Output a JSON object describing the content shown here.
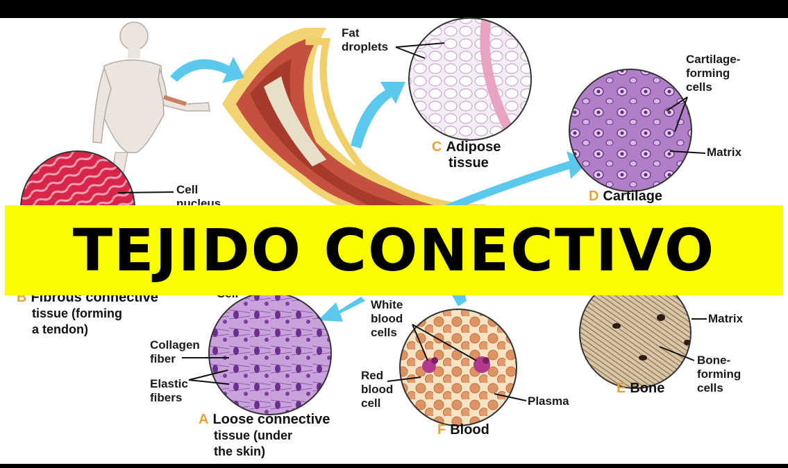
{
  "title": "TEJIDO CONECTIVO",
  "labels": {
    "fat_droplets": [
      "Fat",
      "droplets"
    ],
    "cartilage_forming_cells": [
      "Cartilage-",
      "forming",
      "cells"
    ],
    "cartilage_matrix": "Matrix",
    "cell_nucleus": [
      "Cell",
      "nucleus"
    ],
    "cell_partial": "Cell",
    "collagen_fiber": [
      "Collagen",
      "fiber"
    ],
    "elastic_fibers": [
      "Elastic",
      "fibers"
    ],
    "white_blood_cells": [
      "White",
      "blood",
      "cells"
    ],
    "red_blood_cell": [
      "Red",
      "blood",
      "cell"
    ],
    "plasma": "Plasma",
    "bone_matrix": "Matrix",
    "bone_forming_cells": [
      "Bone-",
      "forming",
      "cells"
    ]
  },
  "captions": {
    "adipose": {
      "letter": "C",
      "lines": [
        "Adipose",
        "tissue"
      ]
    },
    "cartilage": {
      "letter": "D",
      "lines": [
        "Cartilage"
      ]
    },
    "fibrous": {
      "letter": "B",
      "lines": [
        "Fibrous connective",
        "tissue (forming",
        "a tendon)"
      ]
    },
    "loose": {
      "letter": "A",
      "lines": [
        "Loose connective",
        "tissue (under",
        "the skin)"
      ]
    },
    "blood": {
      "letter": "F",
      "lines": [
        "Blood"
      ]
    },
    "bone": {
      "letter": "E",
      "lines": [
        "Bone"
      ]
    }
  },
  "colors": {
    "banner": "#fcfc00",
    "arrow": "#5bc8ee",
    "caption_letter": "#e8a23a"
  }
}
